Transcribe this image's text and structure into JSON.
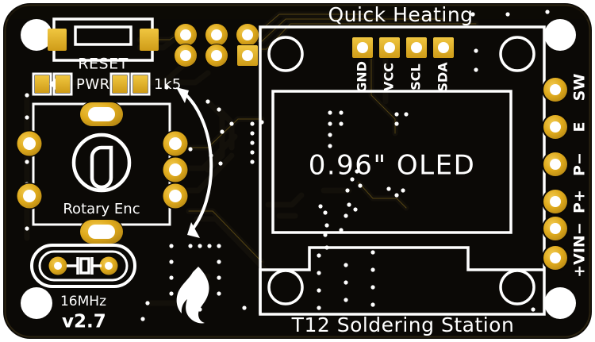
{
  "board": {
    "name": "t12-soldering-station-pcb",
    "title_top": "Quick Heating",
    "title_bottom": "T12 Soldering Station",
    "version": "v2.7",
    "colors": {
      "substrate": "#0a0805",
      "mask_dark": "#120e08",
      "copper": "#e8b320",
      "pad_gold": "#e0ae22",
      "silkscreen": "#ffffff",
      "trace": "#1c1609",
      "trace_edge": "#6b5516",
      "hole": "#ffffff",
      "page_bg": "#ffffff"
    }
  },
  "components": {
    "reset": {
      "label": "RESET",
      "type": "tactile-switch"
    },
    "pwr_led": {
      "label": "PWR",
      "type": "led"
    },
    "resistor": {
      "label": "1k5",
      "type": "resistor"
    },
    "rotary": {
      "label": "Rotary Enc",
      "type": "rotary-encoder"
    },
    "crystal": {
      "label": "16MHz",
      "type": "crystal"
    },
    "oled": {
      "label": "0.96\" OLED",
      "type": "display-module"
    },
    "flame": {
      "label": "flame-icon",
      "type": "decorative"
    }
  },
  "headers": {
    "i2c": {
      "name": "oled-i2c-header",
      "pins": [
        {
          "label": "GND",
          "shape": "square"
        },
        {
          "label": "VCC",
          "shape": "square"
        },
        {
          "label": "SCL",
          "shape": "square"
        },
        {
          "label": "SDA",
          "shape": "square"
        }
      ]
    },
    "isp": {
      "name": "isp-programming-header",
      "rows": 2,
      "cols": 3,
      "pin1_shape": "square"
    },
    "right_edge": {
      "name": "right-edge-connector",
      "pins": [
        {
          "label": "SW"
        },
        {
          "label": "E"
        },
        {
          "label": "P−"
        },
        {
          "label": "P+"
        },
        {
          "label": "VIN−"
        },
        {
          "label": "+VIN"
        }
      ],
      "grouped_labels": [
        "SW",
        "E",
        "P−",
        "P+",
        "+VIN−"
      ]
    }
  },
  "mounting_holes": {
    "name": "mounting-holes",
    "count": 4,
    "positions": "four-corners"
  },
  "annotations": {
    "arrow": {
      "name": "curved-arrow",
      "meaning": "rotary-to-mcu-routing"
    }
  }
}
